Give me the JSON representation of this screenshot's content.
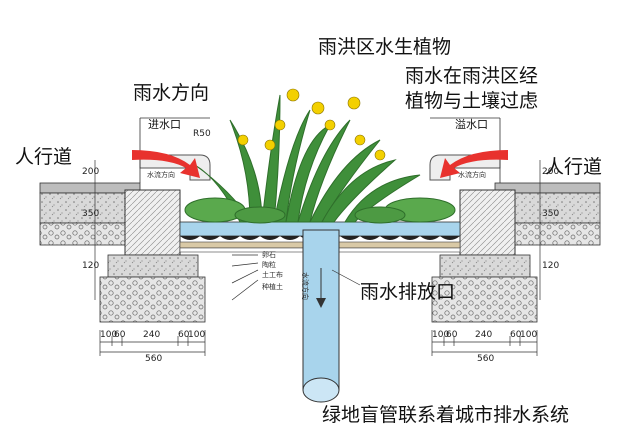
{
  "labels": {
    "title_plants": "雨洪区水生植物",
    "filtration_line1": "雨水在雨洪区经",
    "filtration_line2": "植物与土壤过虑",
    "rain_direction": "雨水方向",
    "inlet": "进水口",
    "overflow": "溢水口",
    "sidewalk_left": "人行道",
    "sidewalk_right": "人行道",
    "flow_left": "水流方向",
    "flow_right": "水流方向",
    "flow_pipe": "水流方向",
    "radius": "R50",
    "outlet": "雨水排放口",
    "drain_system": "绿地盲管联系着城市排水系统"
  },
  "layers": [
    "卵石",
    "陶粒",
    "土工布",
    "种植土"
  ],
  "dimensions": {
    "left_vertical": [
      "200",
      "350",
      "120"
    ],
    "right_vertical": [
      "200",
      "350",
      "120"
    ],
    "left_row1": [
      "100",
      "60",
      "240",
      "60",
      "100"
    ],
    "left_total": "560",
    "right_row1": [
      "100",
      "60",
      "240",
      "60",
      "100"
    ],
    "right_total": "560"
  },
  "colors": {
    "arrow": "#e8322e",
    "water": "#a8d4ec",
    "plant": "#3f8f3a",
    "flower": "#f3d000",
    "stone": "#d8d8d8"
  }
}
